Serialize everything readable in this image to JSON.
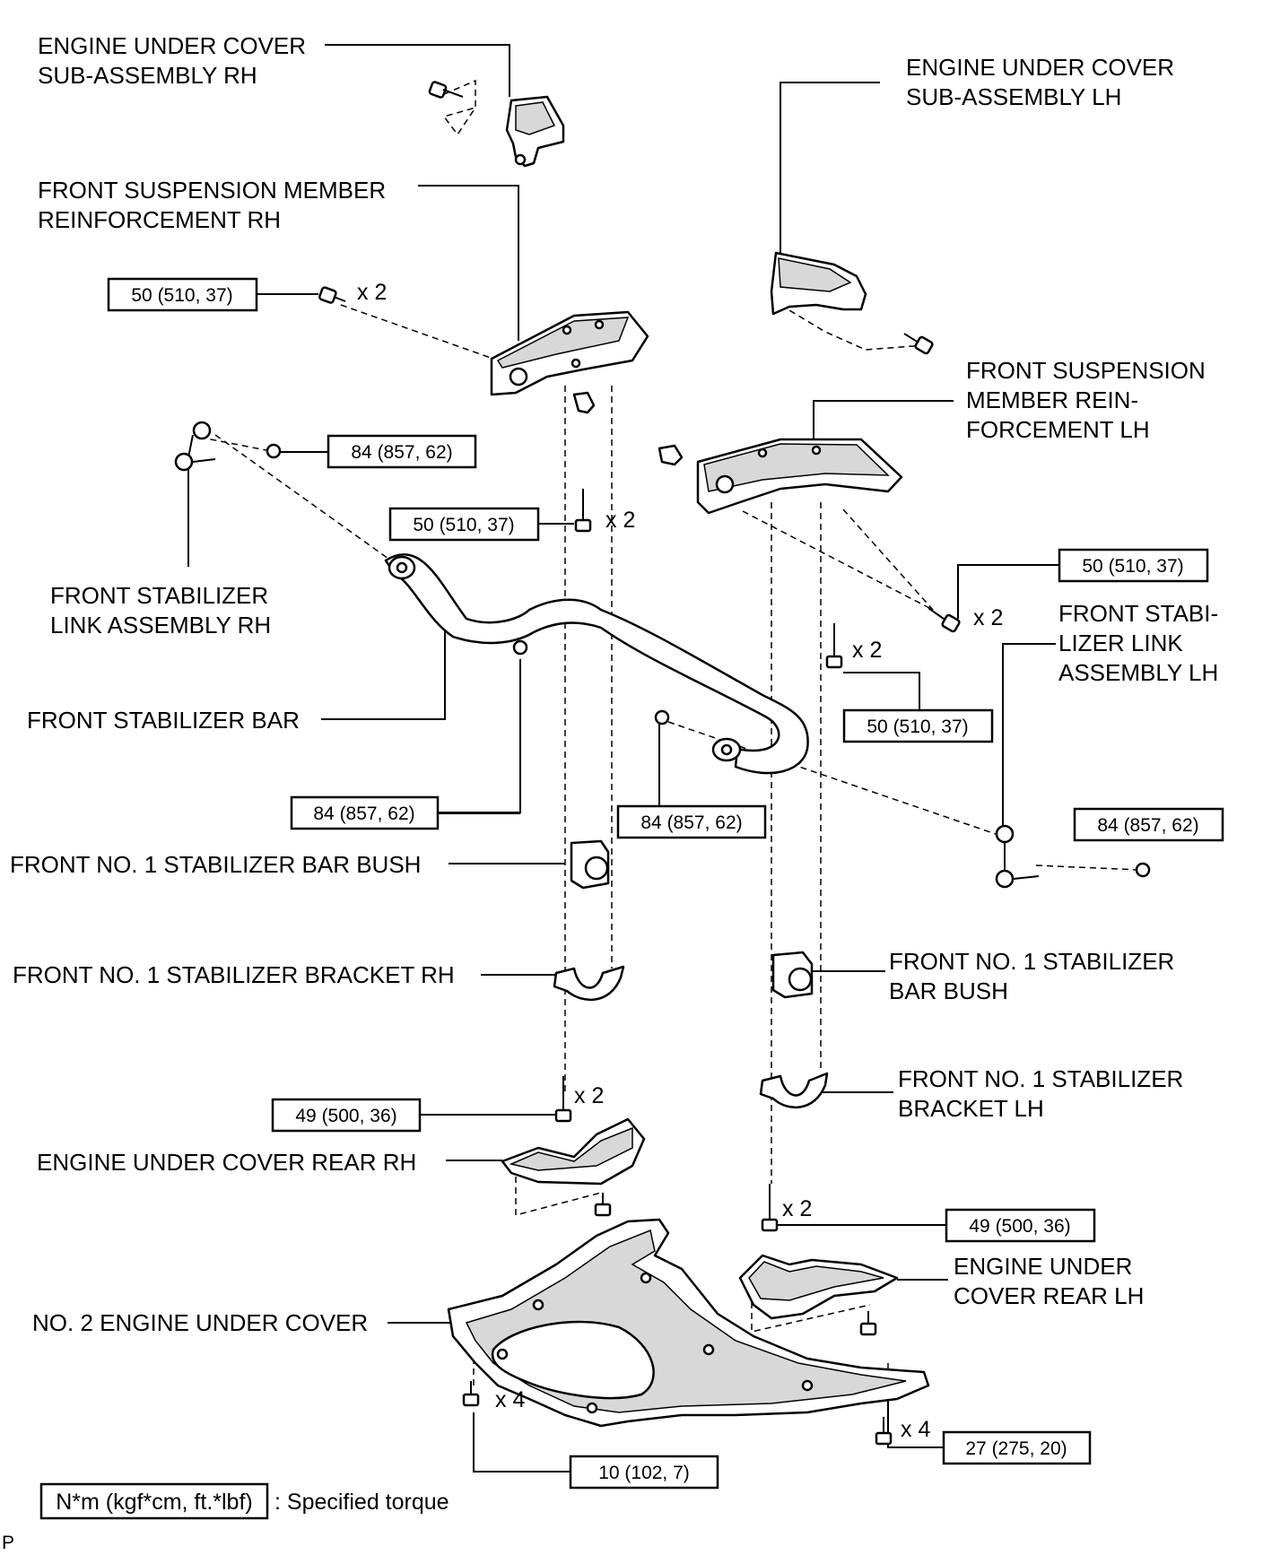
{
  "labels": {
    "eng_cover_rh": [
      "ENGINE UNDER COVER",
      "SUB-ASSEMBLY RH"
    ],
    "eng_cover_lh": [
      "ENGINE UNDER COVER",
      "SUB-ASSEMBLY LH"
    ],
    "fsm_reinf_rh": [
      "FRONT SUSPENSION MEMBER",
      "REINFORCEMENT RH"
    ],
    "fsm_reinf_lh": [
      "FRONT SUSPENSION",
      "MEMBER REIN-",
      "FORCEMENT LH"
    ],
    "stab_link_rh": [
      "FRONT STABILIZER",
      "LINK ASSEMBLY RH"
    ],
    "stab_link_lh": [
      "FRONT STABI-",
      "LIZER LINK",
      "ASSEMBLY LH"
    ],
    "stab_bar": [
      "FRONT STABILIZER BAR"
    ],
    "bush_rh": [
      "FRONT NO. 1 STABILIZER BAR BUSH"
    ],
    "bush_lh": [
      "FRONT NO. 1 STABILIZER",
      "BAR BUSH"
    ],
    "bracket_rh": [
      "FRONT NO. 1 STABILIZER BRACKET RH"
    ],
    "bracket_lh": [
      "FRONT NO. 1 STABILIZER",
      "BRACKET LH"
    ],
    "rear_rh": [
      "ENGINE UNDER COVER REAR RH"
    ],
    "rear_lh": [
      "ENGINE UNDER",
      "COVER REAR LH"
    ],
    "no2_cover": [
      "NO. 2 ENGINE UNDER COVER"
    ]
  },
  "torques": {
    "t1": "50 (510, 37)",
    "t2": "84 (857, 62)",
    "t3": "50 (510, 37)",
    "t4": "50 (510, 37)",
    "t5": "50 (510, 37)",
    "t6": "84 (857, 62)",
    "t7": "84 (857, 62)",
    "t8": "84 (857, 62)",
    "t9": "49 (500, 36)",
    "t10": "49 (500, 36)",
    "t11": "10 (102, 7)",
    "t12": "27 (275, 20)"
  },
  "quantities": {
    "q1": "x 2",
    "q2": "x 2",
    "q3": "x 2",
    "q4": "x 2",
    "q5": "x 2",
    "q6": "x 2",
    "q7": "x 4",
    "q8": "x 4"
  },
  "legend": {
    "box_text": "N*m (kgf*cm, ft.*lbf)",
    "desc": ": Specified torque"
  },
  "corner_mark": "P"
}
